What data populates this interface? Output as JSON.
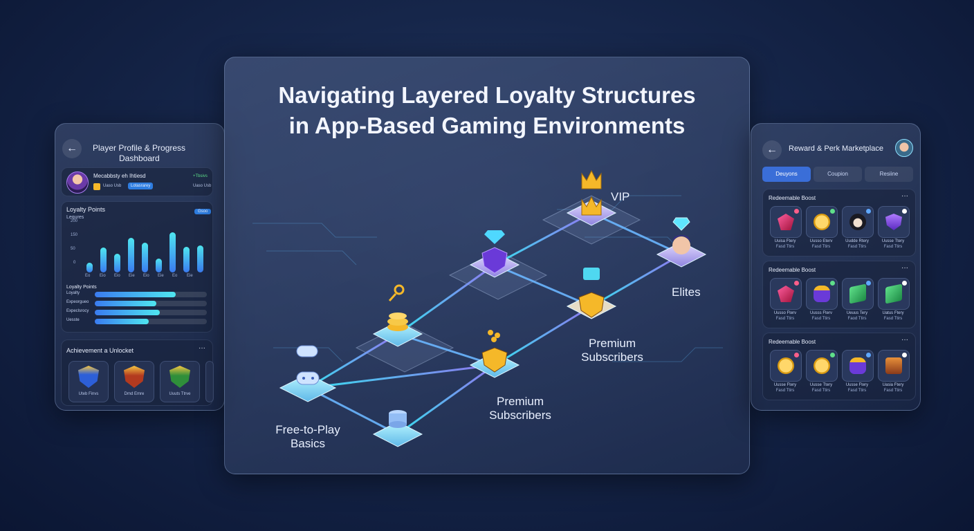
{
  "main": {
    "title_line1": "Navigating Layered Loyalty Structures",
    "title_line2": "in App-Based Gaming Environments",
    "tiers": {
      "vip": "VIP",
      "elites": "Elites",
      "premium_upper_1": "Premium",
      "premium_upper_2": "Subscribers",
      "premium_lower_1": "Premium",
      "premium_lower_2": "Subscribers",
      "free_1": "Free-to-Play",
      "free_2": "Basics"
    }
  },
  "left": {
    "title_1": "Player Profile & Progress",
    "title_2": "Dashboard",
    "back_icon": "←",
    "profile": {
      "name": "Mecabbsty eh Ihtiesd",
      "status": "+Tbsivs",
      "status2": "Uaso Usb",
      "tag": "Lotasrarey"
    },
    "chart_title": "Loyalty Points",
    "chart_sub": "Lequres",
    "chart_button": "Gsoo",
    "yticks": [
      "200",
      "150",
      "50",
      "0"
    ],
    "xticks": [
      "Eo",
      "Eio",
      "Eio",
      "Eie",
      "Eio",
      "Eie",
      "Eo",
      "Eie"
    ],
    "bars": [
      0.2,
      0.5,
      0.38,
      0.7,
      0.6,
      0.28,
      0.8,
      0.52,
      0.54
    ],
    "progress_title": "Loyalty Points",
    "progress": [
      {
        "label": "Loyalty",
        "value": 0.72
      },
      {
        "label": "Expeorgueo",
        "value": 0.55
      },
      {
        "label": "Expeclsrocy",
        "value": 0.58
      },
      {
        "label": "Uesste",
        "value": 0.48
      }
    ],
    "achievements_title": "Achievement a Unlocket",
    "achievements_more": "···",
    "badges": [
      {
        "label": "Uteb Finvs",
        "icon": "shield-badge-icon"
      },
      {
        "label": "Dmd Emre",
        "icon": "shield-badge-icon"
      },
      {
        "label": "Uuuts Ttrve",
        "icon": "shield-badge-icon"
      }
    ]
  },
  "right": {
    "title": "Reward & Perk Marketplace",
    "back_icon": "←",
    "tabs": [
      "Deuyons",
      "Coupion",
      "Resiine"
    ],
    "sections": [
      {
        "title": "Redeemable Boost",
        "more": "···",
        "items": [
          {
            "l1": "Uuisa Ftery",
            "l2": "Fasd Ttirs",
            "icon": "gem-icon"
          },
          {
            "l1": "Uusso Eterv",
            "l2": "Fasd Ttirs",
            "icon": "coin-icon"
          },
          {
            "l1": "Uudde Rtery",
            "l2": "Fasd Ttirs",
            "icon": "avatar-icon"
          },
          {
            "l1": "Uusse Ttery",
            "l2": "Fasd Ttirs",
            "icon": "shield-icon"
          }
        ]
      },
      {
        "title": "Redeemable Boost",
        "more": "···",
        "items": [
          {
            "l1": "Uusso Fterv",
            "l2": "Fasd Ttirs",
            "icon": "gem-icon"
          },
          {
            "l1": "Uusss Fterv",
            "l2": "Fasd Ttirs",
            "icon": "potion-icon"
          },
          {
            "l1": "Ueuus Tery",
            "l2": "Faod Ttirs",
            "icon": "cash-icon"
          },
          {
            "l1": "Uatus Ftery",
            "l2": "Fasd Ttirs",
            "icon": "cash-icon"
          }
        ]
      },
      {
        "title": "Redeemable Boost",
        "more": "···",
        "items": [
          {
            "l1": "Uusse Ftery",
            "l2": "Fasd Ttirs",
            "icon": "coin-icon"
          },
          {
            "l1": "Uusse Ttery",
            "l2": "Fasd Ttirs",
            "icon": "coin-icon"
          },
          {
            "l1": "Uusse Ftery",
            "l2": "Fasd Ttirs",
            "icon": "potion-icon"
          },
          {
            "l1": "Uasia Ftery",
            "l2": "Fasd Ttirs",
            "icon": "chest-icon"
          }
        ]
      }
    ]
  },
  "colors": {
    "accent": "#4fe6f0",
    "gold": "#f5b829",
    "purple": "#8b5cf6"
  }
}
